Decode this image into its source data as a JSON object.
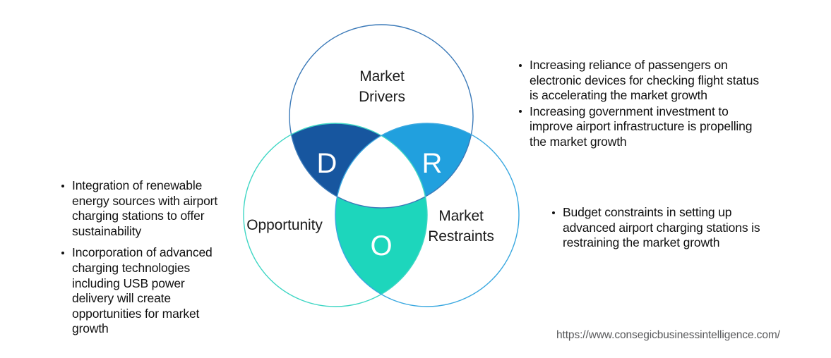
{
  "diagram": {
    "type": "venn-3-circle",
    "title_letters": {
      "drivers": "D",
      "restraints": "R",
      "opportunity": "O"
    },
    "labels": {
      "drivers": "Market\nDrivers",
      "restraints": "Market\nRestraints",
      "opportunity": "Opportunity"
    },
    "colors": {
      "drivers_lens": "#17569f",
      "restraints_lens": "#21a0de",
      "opportunity_lens": "#1dd6bc",
      "drivers_stroke": "#3a79b8",
      "restraints_stroke": "#3aa8e0",
      "opportunity_stroke": "#3ed6c4",
      "letter_color": "#ffffff",
      "text_color": "#111111",
      "url_color": "#58595b"
    }
  },
  "drivers": {
    "bullets": [
      "Increasing reliance of passengers on electronic devices for checking flight status is accelerating the market growth",
      "Increasing government investment to improve airport infrastructure is propelling the market growth"
    ]
  },
  "restraints": {
    "bullets": [
      "Budget constraints in setting up advanced airport charging stations is restraining the market growth"
    ]
  },
  "opportunity": {
    "bullets": [
      "Integration of renewable energy sources with airport charging stations to offer sustainability",
      "Incorporation of advanced charging technologies including USB power delivery will create opportunities for market growth"
    ]
  },
  "footer": {
    "url": "https://www.consegicbusinessintelligence.com/"
  }
}
